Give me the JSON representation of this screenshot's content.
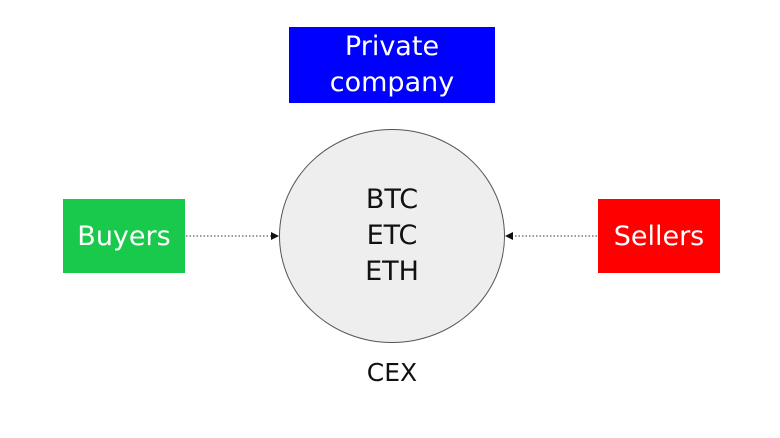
{
  "company": {
    "lines": [
      "Private",
      "company"
    ],
    "color": "#0000ff"
  },
  "exchange": {
    "assets": [
      "BTC",
      "ETC",
      "ETH"
    ],
    "label": "CEX",
    "fill": "#eeeeee"
  },
  "buyers": {
    "label": "Buyers",
    "color": "#18c94c"
  },
  "sellers": {
    "label": "Sellers",
    "color": "#ff0000"
  },
  "connector_style": "dotted-arrow"
}
